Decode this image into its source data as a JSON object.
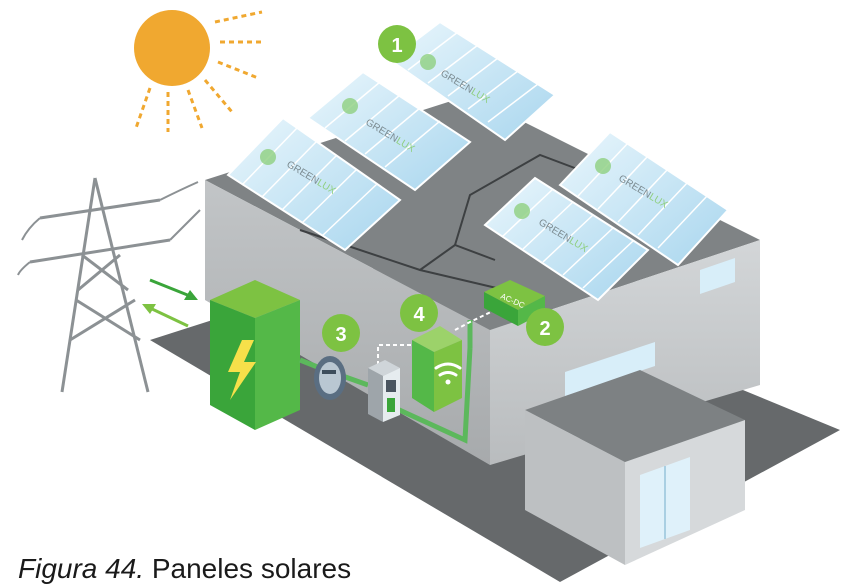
{
  "caption": {
    "figure_label": "Figura 44.",
    "figure_title": "Paneles solares"
  },
  "panels": {
    "brand_left": "GREEN",
    "brand_right": "LUX"
  },
  "inverter": {
    "label": "AC-DC"
  },
  "markers": [
    {
      "id": 1,
      "label": "1"
    },
    {
      "id": 2,
      "label": "2"
    },
    {
      "id": 3,
      "label": "3"
    },
    {
      "id": 4,
      "label": "4"
    }
  ],
  "colors": {
    "marker_green": "#7dc242",
    "equipment_green": "#3aa53a",
    "sun": "#f0a830",
    "panel_blue": "#cfe9f7",
    "building_grey": "#b8bcbf",
    "ground": "#666a6c",
    "lightning": "#f6e04a"
  },
  "icons": [
    "sun-icon",
    "power-tower-icon",
    "lightning-icon",
    "wifi-icon",
    "grid-arrows-icon"
  ]
}
